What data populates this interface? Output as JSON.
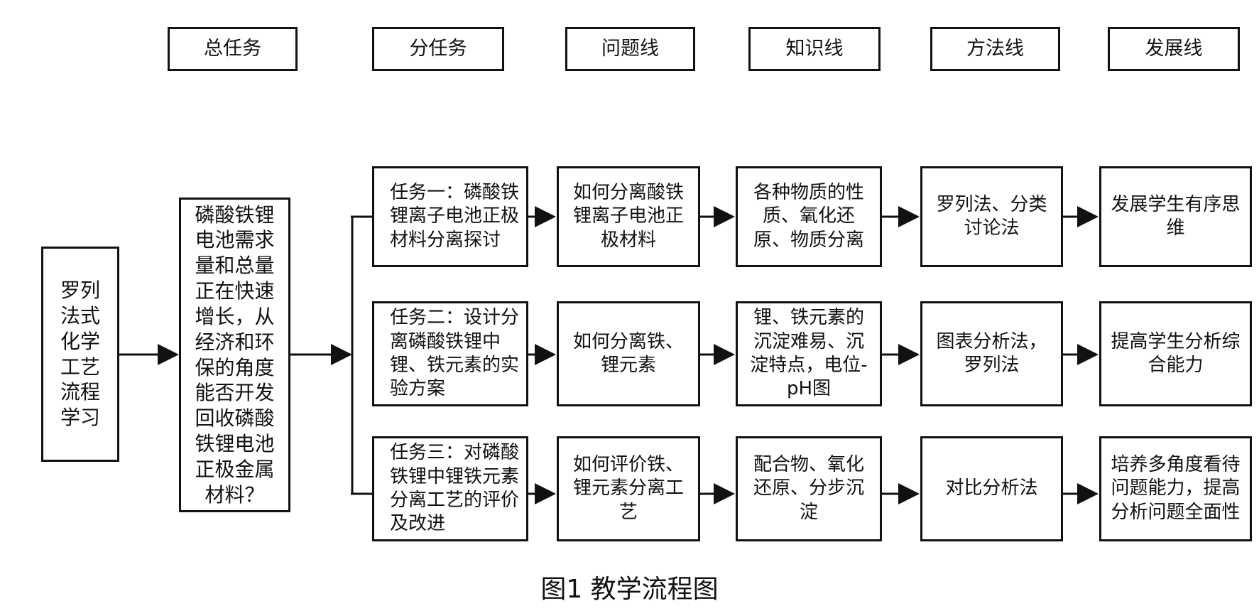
{
  "headers": {
    "main_task": "总任务",
    "sub_task": "分任务",
    "problem_line": "问题线",
    "knowledge_line": "知识线",
    "method_line": "方法线",
    "development_line": "发展线"
  },
  "root": {
    "text": "罗列法式化学工艺流程学习"
  },
  "main_task": {
    "text": "磷酸铁锂电池需求量和总量正在快速增长，从经济和环保的角度能否开发回收磷酸铁锂电池正极金属材料？"
  },
  "rows": [
    {
      "sub_task": "任务一：磷酸铁锂离子电池正极材料分离探讨",
      "problem": "如何分离酸铁锂离子电池正极材料",
      "knowledge": "各种物质的性质、氧化还原、物质分离",
      "method": "罗列法、分类讨论法",
      "development": "发展学生有序思维"
    },
    {
      "sub_task": "任务二：设计分离磷酸铁锂中锂、铁元素的实验方案",
      "problem": "如何分离铁、锂元素",
      "knowledge": "锂、铁元素的沉淀难易、沉淀特点，电位-pH图",
      "method": "图表分析法，罗列法",
      "development": "提高学生分析综合能力"
    },
    {
      "sub_task": "任务三：对磷酸铁锂中锂铁元素分离工艺的评价及改进",
      "problem": "如何评价铁、锂元素分离工艺",
      "knowledge": "配合物、氧化还原、分步沉淀",
      "method": "对比分析法",
      "development": "培养多角度看待问题能力，提高分析问题全面性"
    }
  ],
  "caption": "图1  教学流程图"
}
